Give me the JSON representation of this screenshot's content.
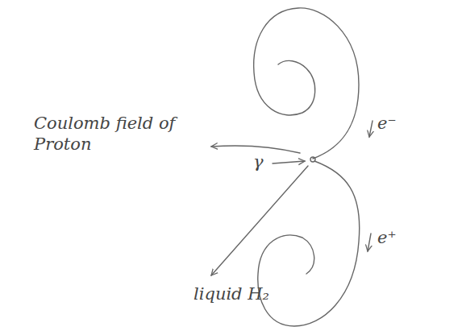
{
  "diagram": {
    "labels": [
      "Coulomb field of Proton",
      "γ",
      "e⁻",
      "e⁺",
      "liquid H₂"
    ]
  }
}
